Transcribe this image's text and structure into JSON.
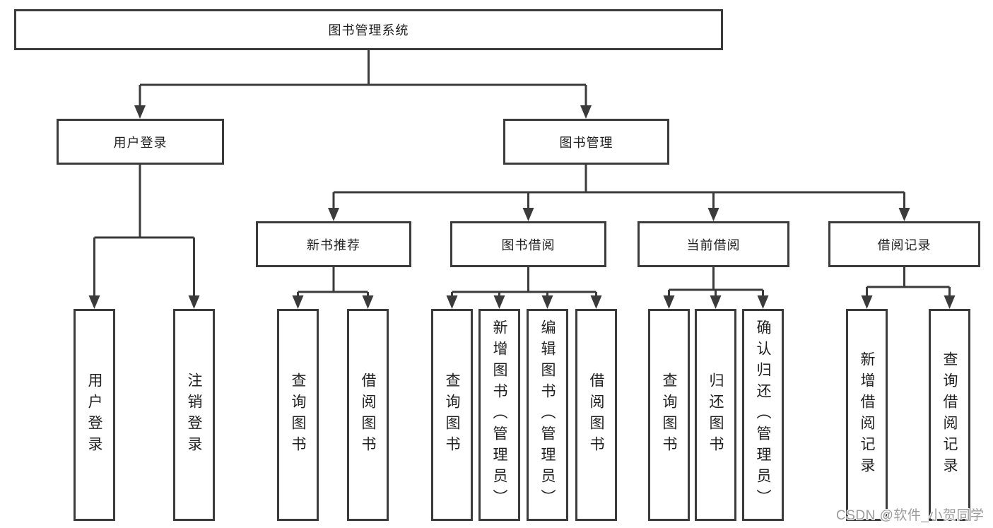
{
  "diagram_title": "图书管理系统",
  "tree": {
    "root": {
      "label": "图书管理系统"
    },
    "children": [
      {
        "label": "用户登录",
        "children": [
          {
            "label": "用户登录"
          },
          {
            "label": "注销登录"
          }
        ]
      },
      {
        "label": "图书管理",
        "children": [
          {
            "label": "新书推荐",
            "children": [
              {
                "label": "查询图书"
              },
              {
                "label": "借阅图书"
              }
            ]
          },
          {
            "label": "图书借阅",
            "children": [
              {
                "label": "查询图书"
              },
              {
                "label": "新增图书（管理员）"
              },
              {
                "label": "编辑图书（管理员）"
              },
              {
                "label": "借阅图书"
              }
            ]
          },
          {
            "label": "当前借阅",
            "children": [
              {
                "label": "查询图书"
              },
              {
                "label": "归还图书"
              },
              {
                "label": "确认归还（管理员）"
              }
            ]
          },
          {
            "label": "借阅记录",
            "children": [
              {
                "label": "新增借阅记录"
              },
              {
                "label": "查询借阅记录"
              }
            ]
          }
        ]
      }
    ]
  },
  "watermark": {
    "text": "CSDN @软件_小贺同学"
  },
  "colors": {
    "line": "#3b3b3b",
    "border": "#3b3b3b",
    "text": "#1f1f1f",
    "watermark": "#9c9c9c",
    "background": "#ffffff"
  }
}
